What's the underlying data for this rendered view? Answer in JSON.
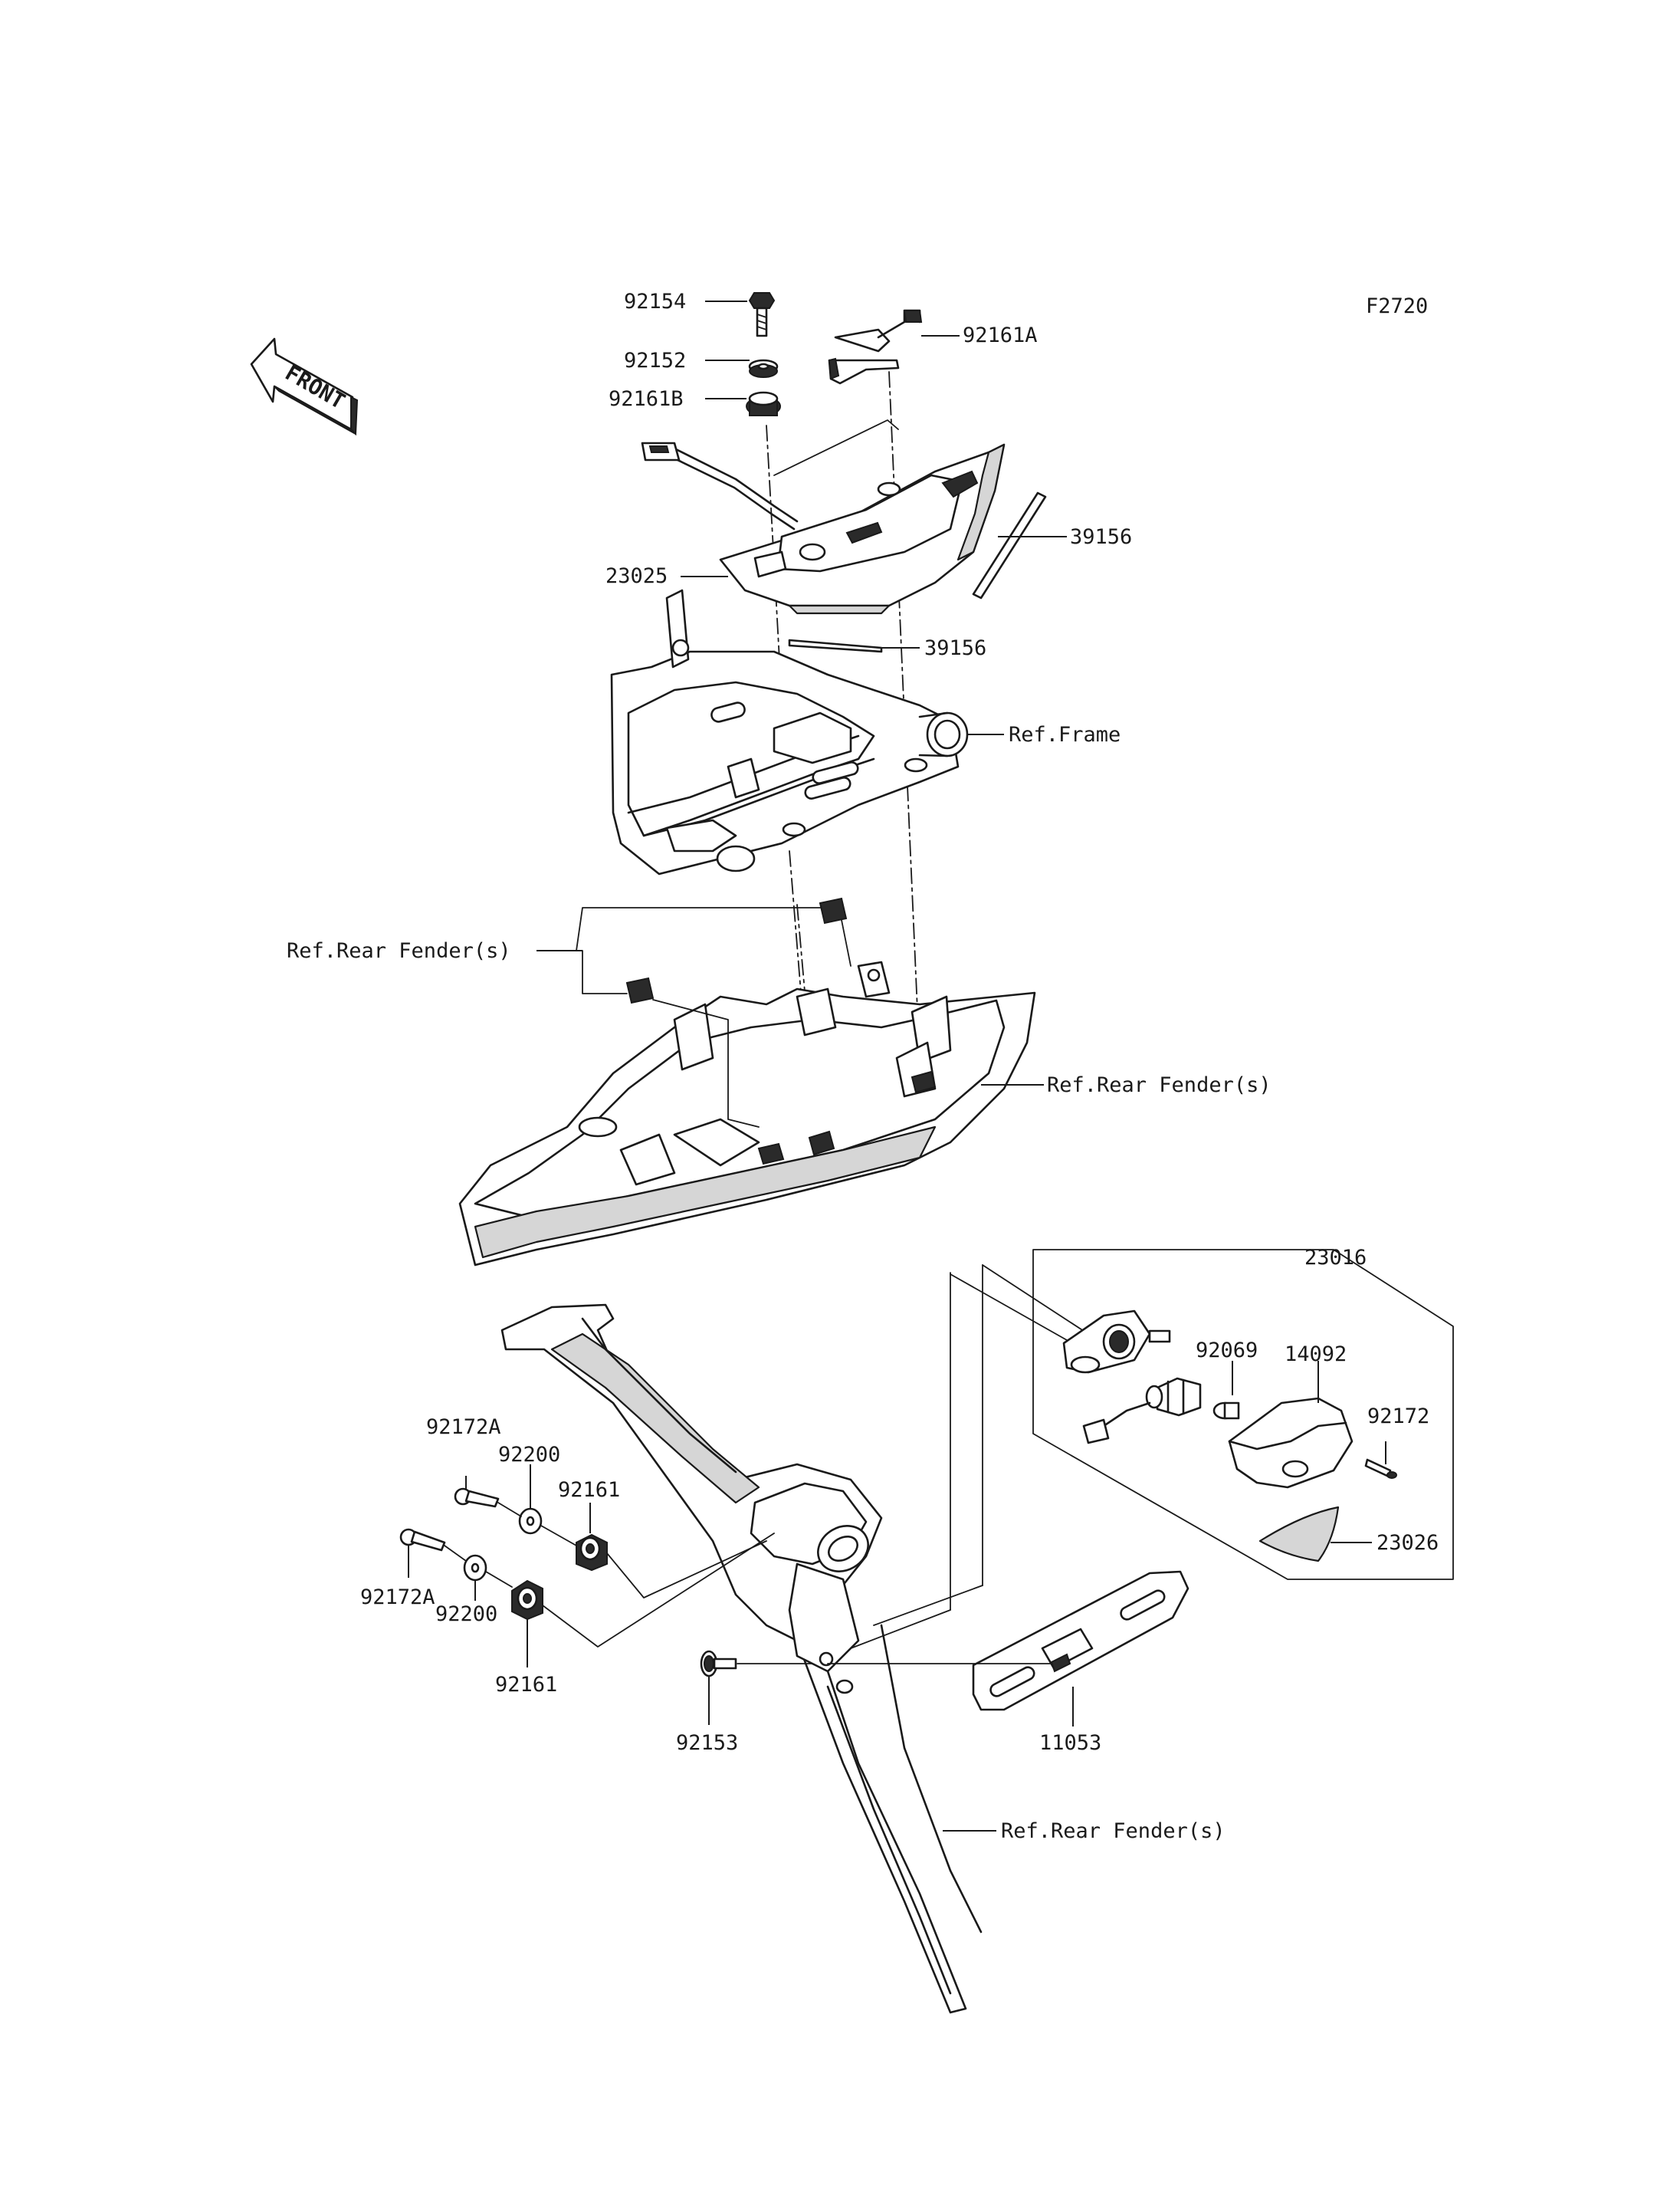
{
  "diagram": {
    "figure_code": "F2720",
    "front_label": "FRONT",
    "callouts": [
      {
        "id": "92154",
        "text": "92154"
      },
      {
        "id": "92161A",
        "text": "92161A"
      },
      {
        "id": "92152",
        "text": "92152"
      },
      {
        "id": "92161B",
        "text": "92161B"
      },
      {
        "id": "39156_upper",
        "text": "39156"
      },
      {
        "id": "23025",
        "text": "23025"
      },
      {
        "id": "39156_lower",
        "text": "39156"
      },
      {
        "id": "ref_frame",
        "text": "Ref.Frame"
      },
      {
        "id": "ref_rear_fender_left",
        "text": "Ref.Rear Fender(s)"
      },
      {
        "id": "ref_rear_fender_right",
        "text": "Ref.Rear Fender(s)"
      },
      {
        "id": "23016",
        "text": "23016"
      },
      {
        "id": "92069",
        "text": "92069"
      },
      {
        "id": "14092",
        "text": "14092"
      },
      {
        "id": "92172",
        "text": "92172"
      },
      {
        "id": "23026",
        "text": "23026"
      },
      {
        "id": "92172A_upper",
        "text": "92172A"
      },
      {
        "id": "92200_upper",
        "text": "92200"
      },
      {
        "id": "92161_upper",
        "text": "92161"
      },
      {
        "id": "92172A_lower",
        "text": "92172A"
      },
      {
        "id": "92200_lower",
        "text": "92200"
      },
      {
        "id": "92161_lower",
        "text": "92161"
      },
      {
        "id": "92153",
        "text": "92153"
      },
      {
        "id": "11053",
        "text": "11053"
      },
      {
        "id": "ref_rear_fender_bottom",
        "text": "Ref.Rear Fender(s)"
      }
    ]
  }
}
